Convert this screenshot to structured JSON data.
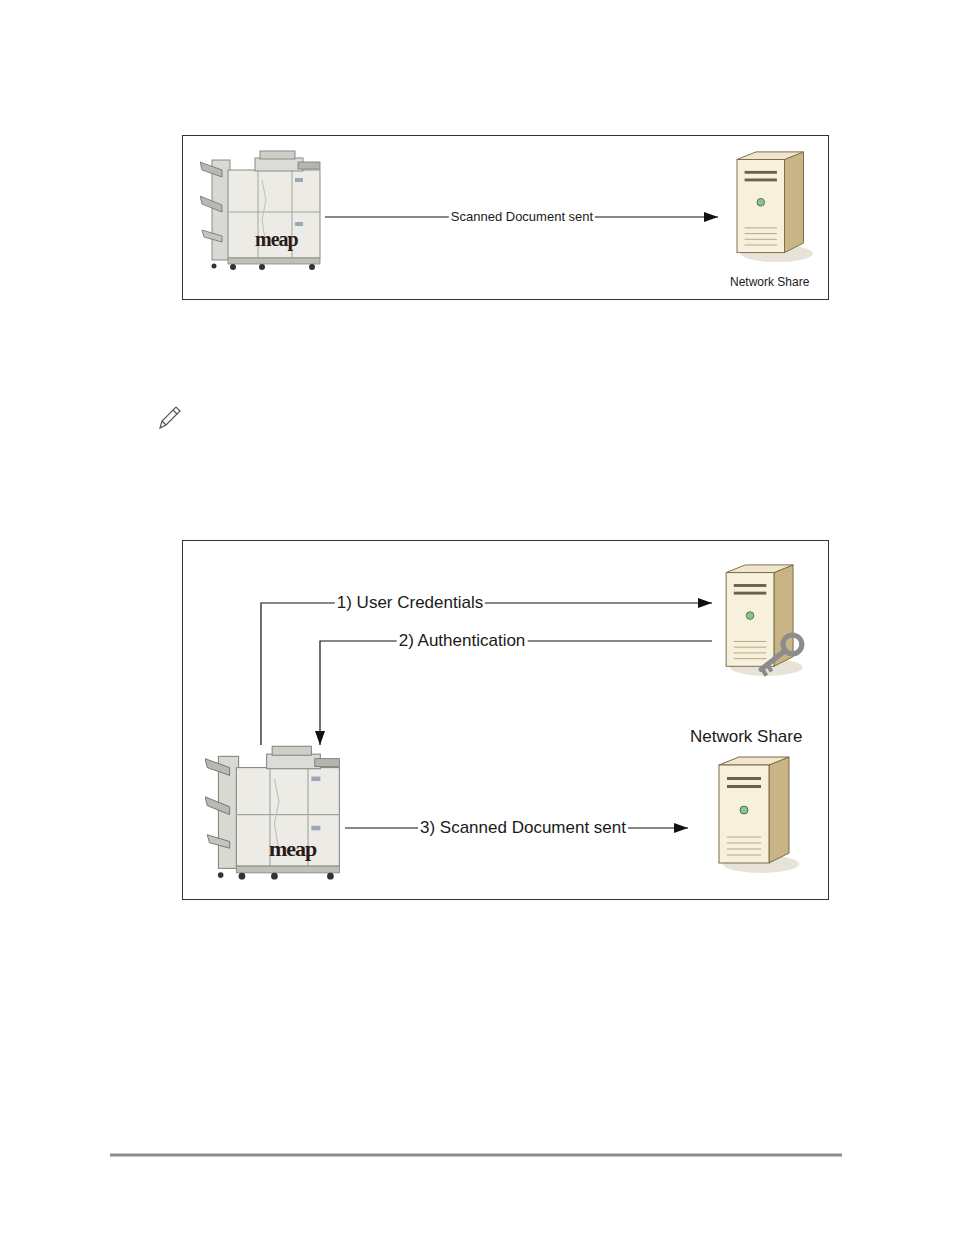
{
  "diagram": {
    "nodes": [
      {
        "text": [
          "meap"
        ]
      },
      {
        "text": [
          "Network Share"
        ]
      },
      {
        "text": [
          "meap"
        ]
      },
      {
        "text": []
      },
      {
        "text": [
          "Network Share"
        ]
      }
    ],
    "edges": [
      {
        "from": 0,
        "to": 1,
        "arrow": "to",
        "label": "Scanned Document sent"
      },
      {
        "from": 2,
        "to": 3,
        "arrow": "to",
        "label": "1) User Credentials"
      },
      {
        "from": 3,
        "to": 2,
        "arrow": "to",
        "label": "2) Authentication"
      },
      {
        "from": 2,
        "to": 4,
        "arrow": "to",
        "label": "3) Scanned Document sent"
      }
    ]
  }
}
